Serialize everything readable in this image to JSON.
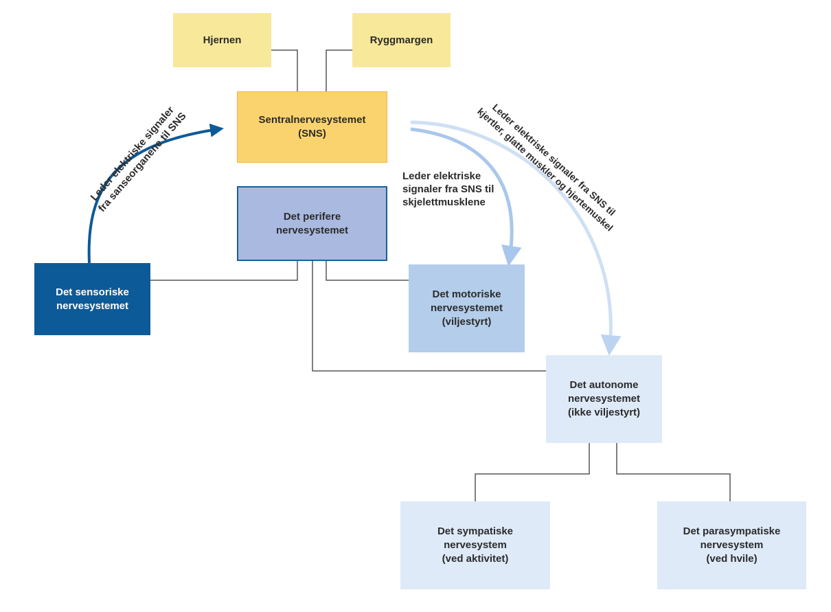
{
  "nodes": {
    "hjernen": [
      "Hjernen"
    ],
    "ryggmargen": [
      "Ryggmargen"
    ],
    "sns": [
      "Sentralnervesystemet",
      "(SNS)"
    ],
    "perifere": [
      "Det perifere",
      "nervesystemet"
    ],
    "sensoriske": [
      "Det sensoriske",
      "nervesystemet"
    ],
    "motoriske": [
      "Det motoriske",
      "nervesystemet",
      "(viljestyrt)"
    ],
    "autonome": [
      "Det autonome",
      "nervesystemet",
      "(ikke viljestyrt)"
    ],
    "sympatiske": [
      "Det sympatiske",
      "nervesystem",
      "(ved aktivitet)"
    ],
    "parasympatiske": [
      "Det parasympatiske",
      "nervesystem",
      "(ved hvile)"
    ]
  },
  "labels": {
    "sensory_to_sns": [
      "Leder elektriske signaler",
      "fra sanseorganene til SNS"
    ],
    "sns_to_motor": [
      "Leder elektriske",
      "signaler fra SNS til",
      "skjelettmusklene"
    ],
    "sns_to_autonomic": [
      "Leder elektriske signaler fra SNS til",
      "kjertler, glatte muskler og hjertemuskel"
    ]
  },
  "colors": {
    "line": "#555555",
    "arrow_dark": "#0d5a98",
    "arrow_light": "#a9c7ec",
    "arrow_lighter": "#cfe0f4"
  }
}
